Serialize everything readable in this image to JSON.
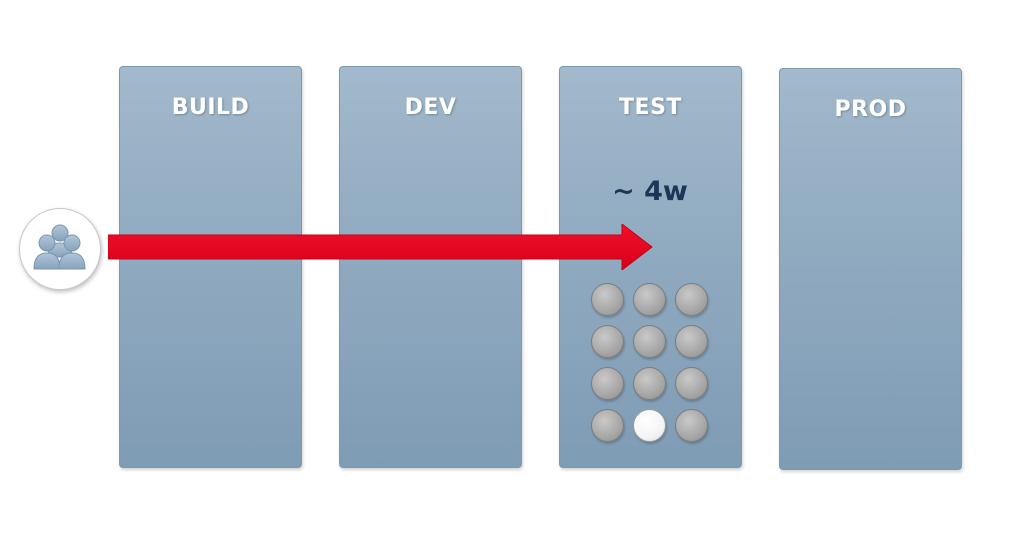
{
  "diagram": {
    "columns": [
      {
        "id": "build",
        "label": "BUILD"
      },
      {
        "id": "dev",
        "label": "DEV"
      },
      {
        "id": "test",
        "label": "TEST"
      },
      {
        "id": "prod",
        "label": "PROD"
      }
    ],
    "test_duration": "~ 4w",
    "dot_grid": {
      "rows": 4,
      "cols": 3,
      "active_index": 10
    },
    "arrow": {
      "from": "team",
      "to": "test",
      "color": "#e8001c"
    },
    "team_icon": "users-group-icon",
    "colors": {
      "column_top": "#a3b9cc",
      "column_bottom": "#7f9cb5",
      "duration_text": "#1d3557",
      "dot": "#a9a9a9",
      "dot_active": "#ffffff"
    }
  }
}
